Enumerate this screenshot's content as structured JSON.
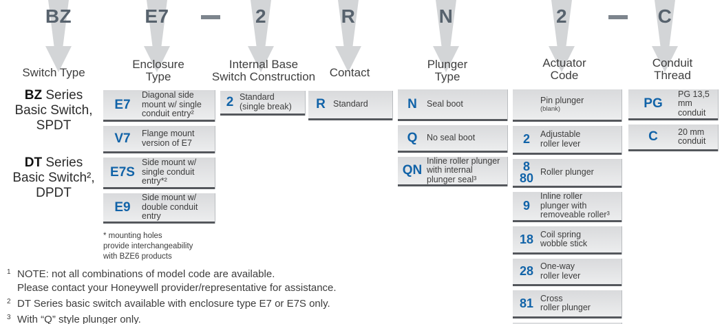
{
  "model_code": {
    "letters": [
      "BZ",
      "E7",
      "2",
      "R",
      "N",
      "2",
      "C"
    ],
    "separator": "—"
  },
  "columns": {
    "switch_type": {
      "title": "Switch Type",
      "entries": [
        {
          "bold": "BZ",
          "rest": " Series",
          "lines": "Basic Switch,\nSPDT"
        },
        {
          "bold": "DT",
          "rest": " Series",
          "lines": "Basic Switch²,\nDPDT"
        }
      ]
    },
    "enclosure": {
      "title": "Enclosure\nType",
      "rows": [
        {
          "code": "E7",
          "desc": "Diagonal side\nmount w/ single\nconduit entry²"
        },
        {
          "code": "V7",
          "desc": "Flange mount\nversion of E7"
        },
        {
          "code": "E7S",
          "desc": "Side mount w/\nsingle conduit\nentry*²"
        },
        {
          "code": "E9",
          "desc": "Side mount w/\ndouble conduit\nentry"
        }
      ],
      "footnote": "* mounting holes\nprovide interchangeability\nwith BZE6 products"
    },
    "internal_base": {
      "title": "Internal Base\nSwitch Construction",
      "rows": [
        {
          "code": "2",
          "desc": "Standard\n(single break)"
        }
      ]
    },
    "contact": {
      "title": "Contact",
      "rows": [
        {
          "code": "R",
          "desc": "Standard"
        }
      ]
    },
    "plunger": {
      "title": "Plunger\nType",
      "rows": [
        {
          "code": "N",
          "desc": "Seal boot"
        },
        {
          "code": "Q",
          "desc": "No seal boot"
        },
        {
          "code": "QN",
          "desc": "Inline roller plunger\nwith internal\nplunger seal³"
        }
      ]
    },
    "actuator": {
      "title": "Actuator\nCode",
      "rows": [
        {
          "code": "",
          "desc": "Pin plunger",
          "sub": "(blank)"
        },
        {
          "code": "2",
          "desc": "Adjustable\nroller lever"
        },
        {
          "code": "8\n80",
          "desc": "Roller plunger"
        },
        {
          "code": "9",
          "desc": "Inline roller\nplunger with\nremoveable roller³"
        },
        {
          "code": "18",
          "desc": "Coil spring\nwobble stick"
        },
        {
          "code": "28",
          "desc": "One-way\nroller lever"
        },
        {
          "code": "81",
          "desc": "Cross\nroller plunger"
        }
      ]
    },
    "conduit": {
      "title": "Conduit\nThread",
      "rows": [
        {
          "code": "PG",
          "desc": "PG 13,5 mm\nconduit"
        },
        {
          "code": "C",
          "desc": "20 mm\nconduit"
        }
      ]
    }
  },
  "footnotes": [
    {
      "marker": "1",
      "text": "NOTE: not all combinations of model code are available."
    },
    {
      "marker": "",
      "text": "Please contact your Honeywell provider/representative for assistance."
    },
    {
      "marker": "2",
      "text": "DT Series basic switch available with enclosure type E7 or E7S only."
    },
    {
      "marker": "3",
      "text": "With “Q” style plunger only."
    }
  ],
  "colors": {
    "accent_blue": "#1163a8",
    "letter_gray": "#57626d",
    "arrow_gray": "#d3d5d7",
    "rule_dark": "#54575c"
  }
}
